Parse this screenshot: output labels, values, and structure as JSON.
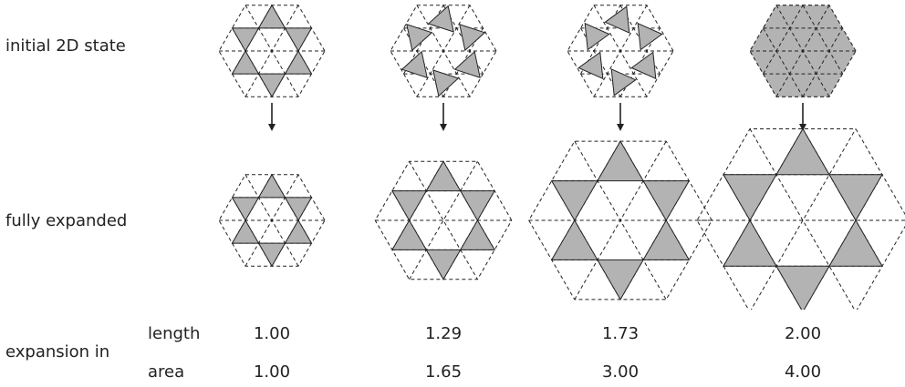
{
  "row_labels": {
    "initial": "initial 2D state",
    "expanded": "fully expanded",
    "expansion": "expansion in",
    "length": "length",
    "area": "area"
  },
  "columns": [
    {
      "length": "1.00",
      "area": "1.00",
      "length_ratio": 1.0,
      "area_ratio": 1.0,
      "rotation_deg": 0
    },
    {
      "length": "1.29",
      "area": "1.65",
      "length_ratio": 1.29,
      "area_ratio": 1.65,
      "rotation_deg": 18
    },
    {
      "length": "1.73",
      "area": "3.00",
      "length_ratio": 1.73,
      "area_ratio": 3.0,
      "rotation_deg": 24
    },
    {
      "length": "2.00",
      "area": "4.00",
      "length_ratio": 2.0,
      "area_ratio": 4.0,
      "rotation_deg": 30
    }
  ],
  "colors": {
    "fill": "#b3b3b3",
    "line": "#222222"
  }
}
